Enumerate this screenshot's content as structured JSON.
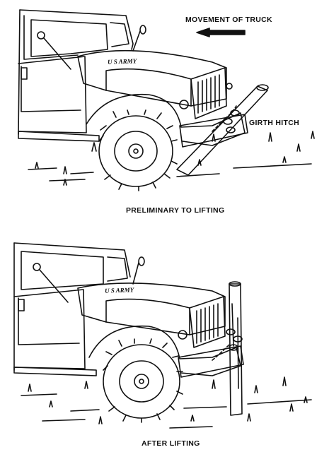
{
  "labels": {
    "movement": "MOVEMENT OF TRUCK",
    "girth_hitch": "GIRTH HITCH",
    "caption_before": "PRELIMINARY TO LIFTING",
    "caption_after": "AFTER LIFTING"
  },
  "truck": {
    "hood_marking_top": "U S ARMY",
    "hood_marking_bottom": "U S ARMY"
  },
  "icons": {
    "arrow": "arrow-left-icon",
    "truck": "military-truck-icon",
    "post": "wooden-post-icon",
    "chain": "chain-icon"
  },
  "colors": {
    "ink": "#111111",
    "paper": "#ffffff"
  }
}
